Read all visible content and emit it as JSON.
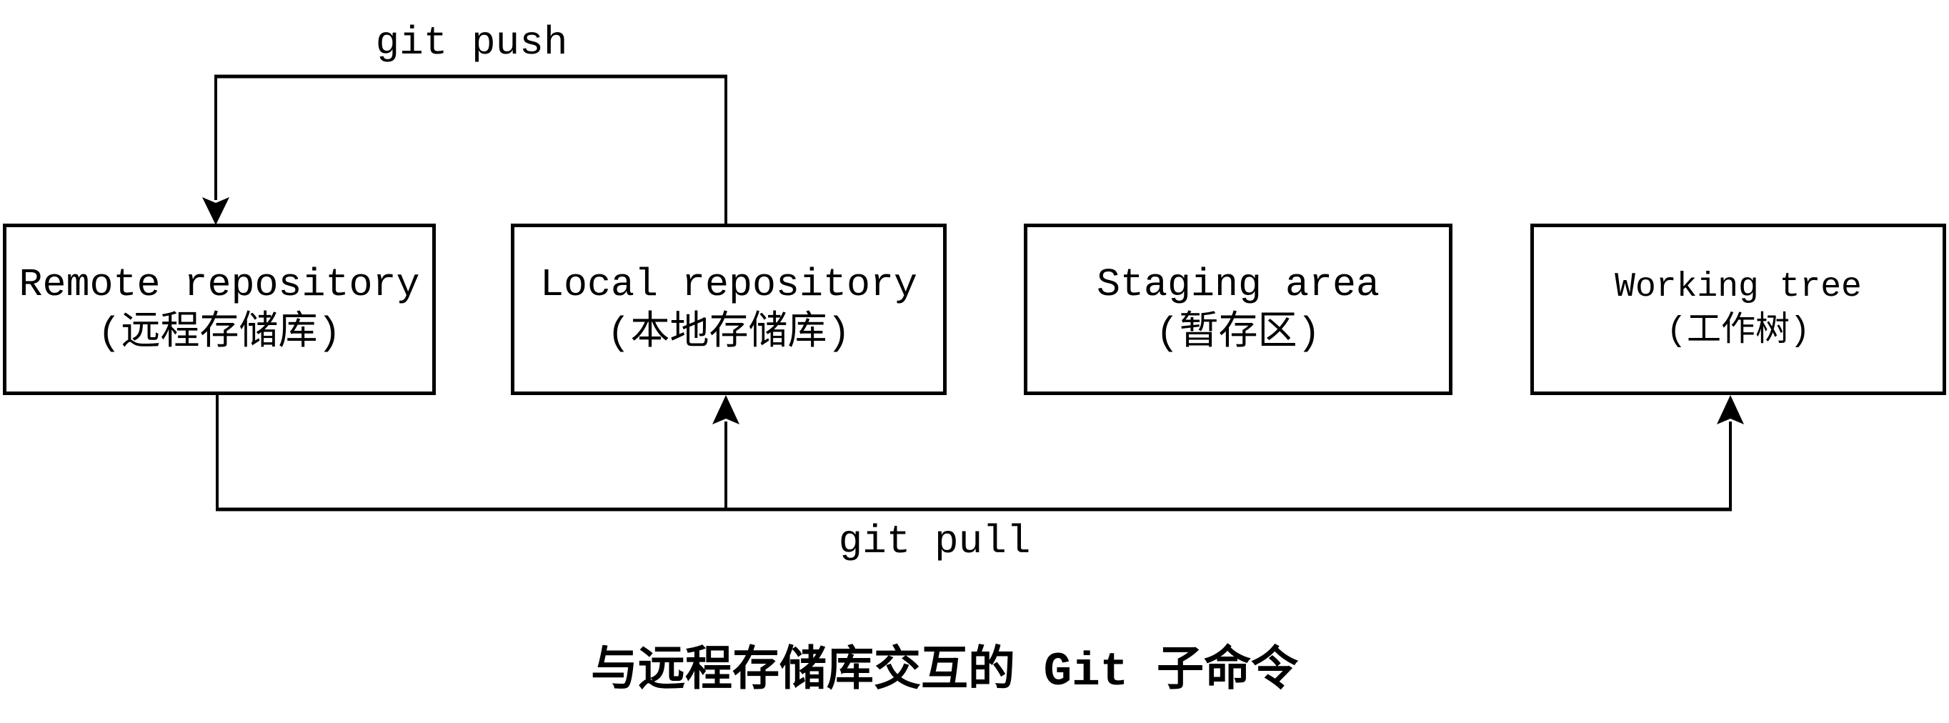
{
  "diagram": {
    "boxes": [
      {
        "id": "remote-repository",
        "en": "Remote repository",
        "zh": "(远程存储库)"
      },
      {
        "id": "local-repository",
        "en": "Local repository",
        "zh": "(本地存储库)"
      },
      {
        "id": "staging-area",
        "en": "Staging area",
        "zh": "(暂存区)"
      },
      {
        "id": "working-tree",
        "en": "Working tree",
        "zh": "(工作树)"
      }
    ],
    "edges": {
      "push_label": "git push",
      "pull_label": "git pull"
    },
    "title": "与远程存储库交互的 Git 子命令",
    "colors": {
      "line": "#000000",
      "background": "#ffffff",
      "text": "#000000"
    }
  }
}
